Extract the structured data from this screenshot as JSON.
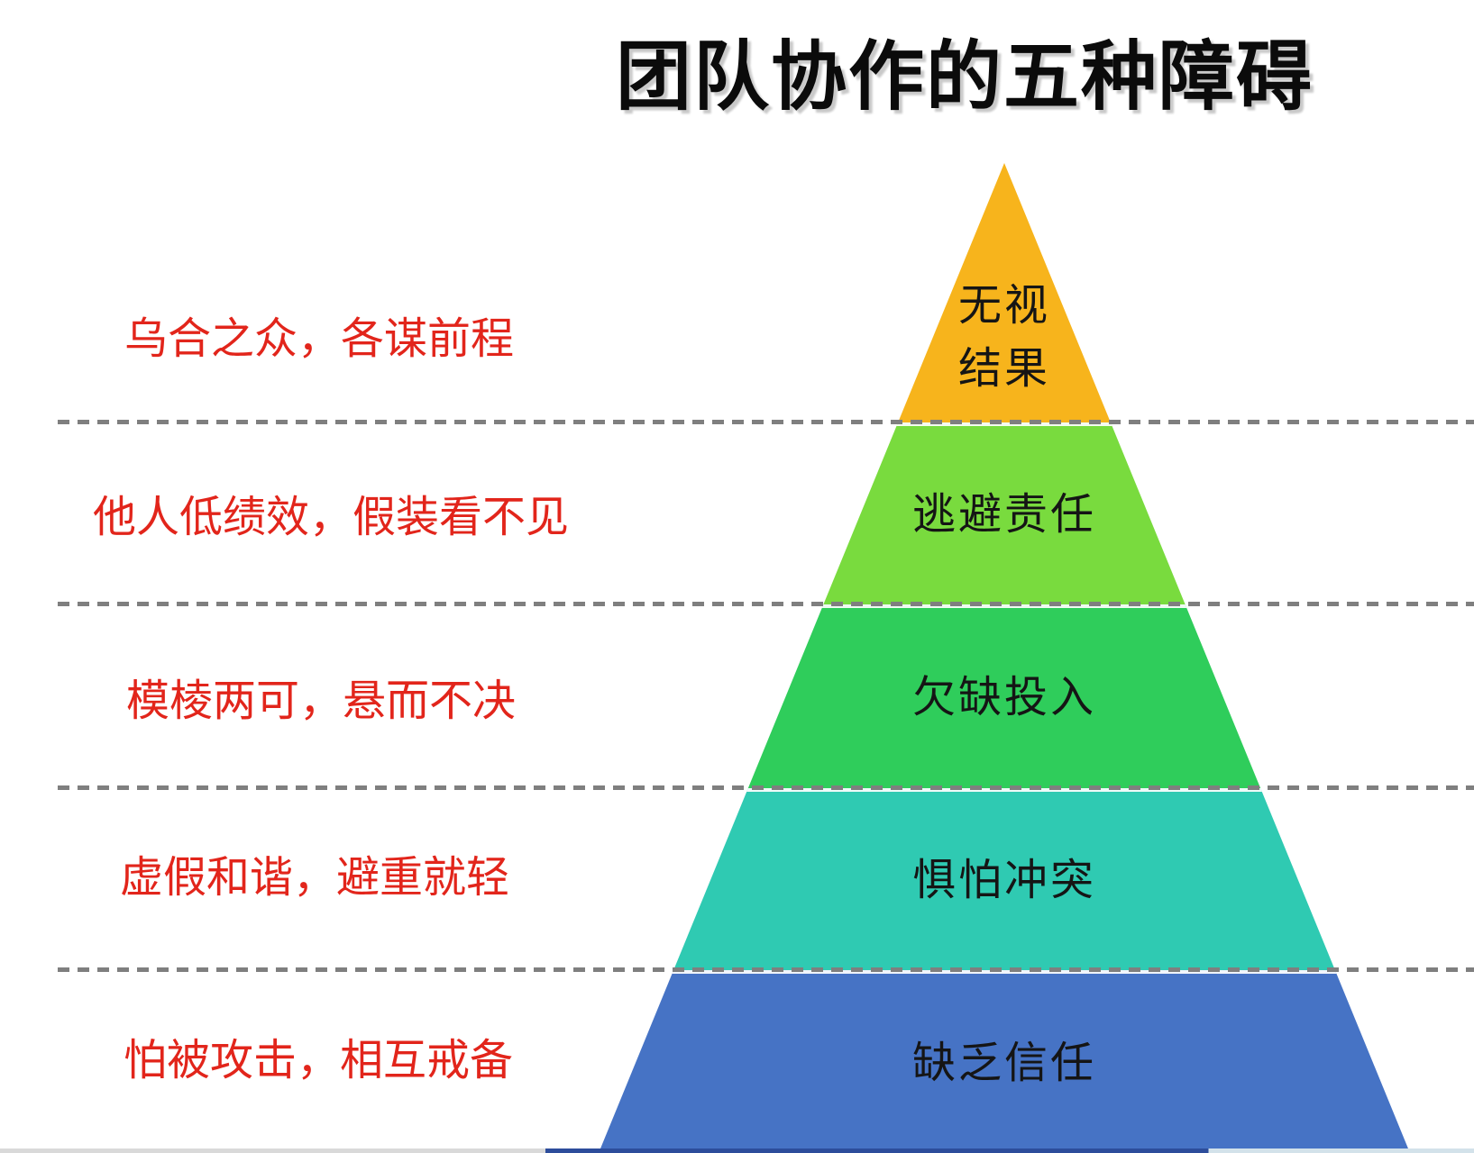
{
  "title": "团队协作的五种障碍",
  "pyramid": {
    "layers": [
      {
        "label": "无视结果",
        "lines": [
          "无视",
          "结果"
        ],
        "color": "#f7b41c",
        "annotation": "乌合之众，各谋前程"
      },
      {
        "label": "逃避责任",
        "color": "#79db3e",
        "annotation": "他人低绩效，假装看不见"
      },
      {
        "label": "欠缺投入",
        "color": "#2fcd5b",
        "annotation": "模棱两可，悬而不决"
      },
      {
        "label": "惧怕冲突",
        "color": "#2fcab2",
        "annotation": "虚假和谐，避重就轻"
      },
      {
        "label": "缺乏信任",
        "color": "#4673c5",
        "annotation": "怕被攻击，相互戒备"
      }
    ]
  },
  "colors": {
    "annotation_red": "#e2251b",
    "dash_gray": "#7f7f7f",
    "layer_text": "#151515",
    "title_black": "#0b0b0b",
    "background": "#ffffff"
  }
}
